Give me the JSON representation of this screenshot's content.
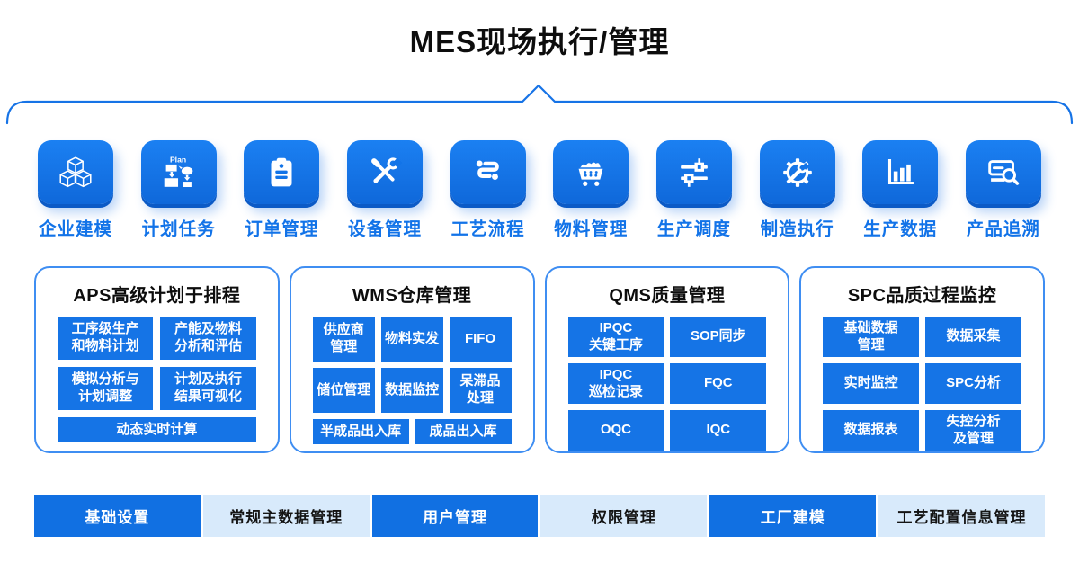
{
  "header": {
    "title": "MES现场执行/管理"
  },
  "colors": {
    "accent": "#1274e8",
    "accent_dark": "#0b5ac6",
    "panel_border": "#3f8ef2",
    "light_bar": "#d8eafb",
    "label_blue": "#1273e8"
  },
  "modules": [
    {
      "label": "企业建模",
      "icon": "cubes-icon"
    },
    {
      "label": "计划任务",
      "icon": "plan-flowchart-icon"
    },
    {
      "label": "订单管理",
      "icon": "order-clipboard-icon"
    },
    {
      "label": "设备管理",
      "icon": "tools-icon"
    },
    {
      "label": "工艺流程",
      "icon": "process-flow-icon"
    },
    {
      "label": "物料管理",
      "icon": "material-cart-icon"
    },
    {
      "label": "生产调度",
      "icon": "schedule-sliders-icon"
    },
    {
      "label": "制造执行",
      "icon": "gear-wrench-icon"
    },
    {
      "label": "生产数据",
      "icon": "bar-chart-icon"
    },
    {
      "label": "产品追溯",
      "icon": "trace-search-icon"
    }
  ],
  "panels": [
    {
      "title": "APS高级计划于排程",
      "items": [
        "工序级生产\n和物料计划",
        "产能及物料\n分析和评估",
        "模拟分析与\n计划调整",
        "计划及执行\n结果可视化",
        "动态实时计算"
      ]
    },
    {
      "title": "WMS仓库管理",
      "items": [
        "供应商\n管理",
        "物料实发",
        "FIFO",
        "储位管理",
        "数据监控",
        "呆滞品\n处理",
        "半成品出入库",
        "成品出入库"
      ]
    },
    {
      "title": "QMS质量管理",
      "items": [
        "IPQC\n关键工序",
        "SOP同步",
        "IPQC\n巡检记录",
        "FQC",
        "OQC",
        "IQC"
      ]
    },
    {
      "title": "SPC品质过程监控",
      "items": [
        "基础数据\n管理",
        "数据采集",
        "实时监控",
        "SPC分析",
        "数据报表",
        "失控分析\n及管理"
      ]
    }
  ],
  "footer": {
    "items": [
      {
        "label": "基础设置",
        "emphasis": "solid"
      },
      {
        "label": "常规主数据管理",
        "emphasis": "light"
      },
      {
        "label": "用户管理",
        "emphasis": "solid"
      },
      {
        "label": "权限管理",
        "emphasis": "light"
      },
      {
        "label": "工厂建模",
        "emphasis": "solid"
      },
      {
        "label": "工艺配置信息管理",
        "emphasis": "light"
      }
    ]
  }
}
